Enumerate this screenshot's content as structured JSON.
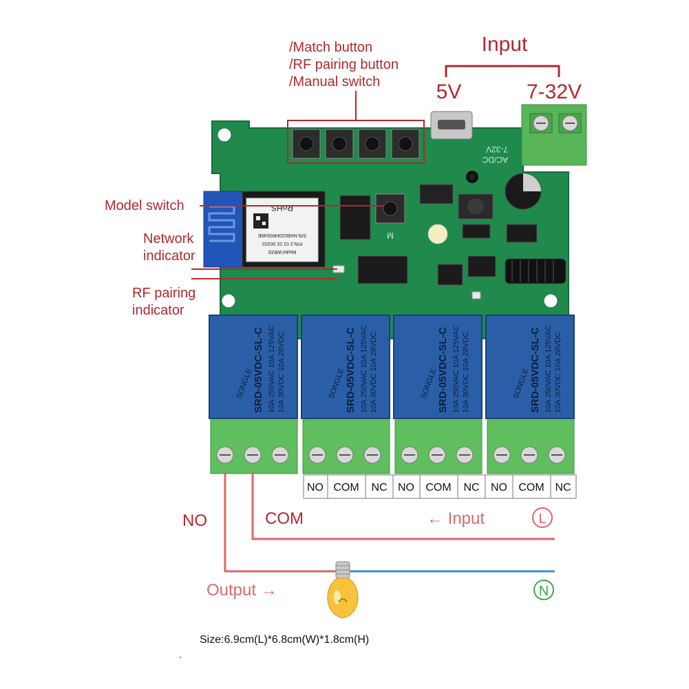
{
  "callouts": {
    "buttons_line1": "/Match button",
    "buttons_line2": "/RF pairing button",
    "buttons_line3": "/Manual switch",
    "model_switch": "Model switch",
    "network_line1": "Network",
    "network_line2": "indicator",
    "rf_line1": "RF pairing",
    "rf_line2": "indicator"
  },
  "input": {
    "title": "Input",
    "left": "5V",
    "right": "7-32V"
  },
  "board": {
    "silk_voltage": "7-32V",
    "silk_acdc": "AC/DC",
    "switch_mark": "M",
    "module_rohs": "RoHS",
    "module_model": "Model:WB3S",
    "module_pn": "P/N:2 01 01 00202",
    "module_sn": "S/N:NHB020HR0046E",
    "relay_brand": "SONGLE",
    "relay_model": "SRD-05VDC-SL-C",
    "relay_rating1": "10A 250VAC 10A 125VAC",
    "relay_rating2": "10A 30VDC 10A 28VDC",
    "relay_count": 4
  },
  "terminals": [
    "NO",
    "COM",
    "NC",
    "NO",
    "COM",
    "NC",
    "NO",
    "COM",
    "NC"
  ],
  "wiring": {
    "no": "NO",
    "com": "COM",
    "input": "←  Input",
    "line": "L",
    "neutral": "N",
    "output": "Output  →"
  },
  "size": "Size:6.9cm(L)*6.8cm(W)*1.8cm(H)",
  "colors": {
    "accent_red": "#b3282d",
    "wire_red": "#e06464",
    "wire_blue": "#3b8fd0",
    "pcb_green": "#1f8a4c",
    "relay_blue": "#2a5fa8",
    "terminal_green": "#5fbf5f"
  }
}
